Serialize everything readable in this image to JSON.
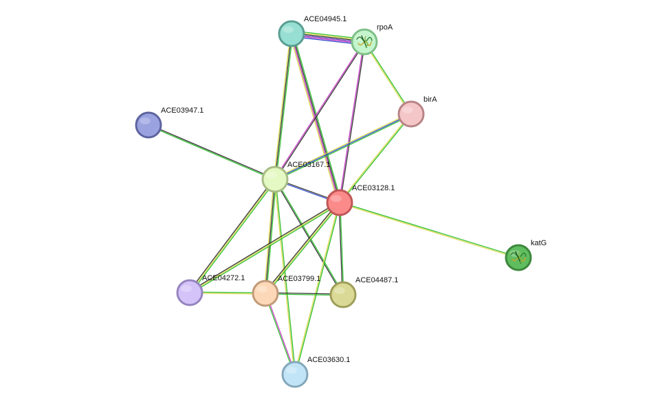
{
  "diagram": {
    "type": "protein-interaction-network",
    "evidence_colors": {
      "green": "#2fbf2f",
      "yellow": "#d8d84a",
      "black": "#333333",
      "blue": "#2a45c8",
      "magenta": "#c73cc7",
      "purple": "#6a3fbf"
    },
    "nodes": [
      {
        "id": "ACE04945.1",
        "label": "ACE04945.1",
        "fill": "#97dfd2",
        "stroke": "#5a9e93",
        "icon": ""
      },
      {
        "id": "rpoA",
        "label": "rpoA",
        "fill": "#c4f5cc",
        "stroke": "#7fbf89",
        "icon": "protein-structure-icon"
      },
      {
        "id": "birA",
        "label": "birA",
        "fill": "#f5c6c8",
        "stroke": "#b88486",
        "icon": ""
      },
      {
        "id": "ACE03947.1",
        "label": "ACE03947.1",
        "fill": "#9aa2e0",
        "stroke": "#5d649f",
        "icon": ""
      },
      {
        "id": "ACE03167.1",
        "label": "ACE03167.1",
        "fill": "#e5f9c4",
        "stroke": "#a8bd86",
        "icon": ""
      },
      {
        "id": "ACE03128.1",
        "label": "ACE03128.1",
        "fill": "#fb8a8a",
        "stroke": "#c05656",
        "icon": ""
      },
      {
        "id": "katG",
        "label": "katG",
        "fill": "#5fbd5f",
        "stroke": "#3d873d",
        "icon": "protein-structure-icon"
      },
      {
        "id": "ACE04272.1",
        "label": "ACE04272.1",
        "fill": "#d3c3f9",
        "stroke": "#9584bf",
        "icon": ""
      },
      {
        "id": "ACE03799.1",
        "label": "ACE03799.1",
        "fill": "#fcd8b8",
        "stroke": "#c09a79",
        "icon": ""
      },
      {
        "id": "ACE04487.1",
        "label": "ACE04487.1",
        "fill": "#dada96",
        "stroke": "#9e9e5a",
        "icon": ""
      },
      {
        "id": "ACE03630.1",
        "label": "ACE03630.1",
        "fill": "#c2e4f7",
        "stroke": "#84a7ba",
        "icon": ""
      }
    ],
    "edges": [
      {
        "source": "ACE04945.1",
        "target": "rpoA",
        "evidence": [
          "green",
          "yellow",
          "black",
          "purple",
          "magenta",
          "blue"
        ]
      },
      {
        "source": "ACE04945.1",
        "target": "ACE03167.1",
        "evidence": [
          "green",
          "black",
          "yellow"
        ]
      },
      {
        "source": "ACE04945.1",
        "target": "ACE03128.1",
        "evidence": [
          "green",
          "black",
          "magenta",
          "yellow"
        ]
      },
      {
        "source": "rpoA",
        "target": "birA",
        "evidence": [
          "green",
          "yellow"
        ]
      },
      {
        "source": "rpoA",
        "target": "ACE03167.1",
        "evidence": [
          "black",
          "magenta"
        ]
      },
      {
        "source": "rpoA",
        "target": "ACE03128.1",
        "evidence": [
          "black",
          "magenta"
        ]
      },
      {
        "source": "birA",
        "target": "ACE03167.1",
        "evidence": [
          "green",
          "blue",
          "yellow"
        ]
      },
      {
        "source": "birA",
        "target": "ACE03128.1",
        "evidence": [
          "green",
          "yellow"
        ]
      },
      {
        "source": "ACE03947.1",
        "target": "ACE03167.1",
        "evidence": [
          "black",
          "green"
        ]
      },
      {
        "source": "ACE03167.1",
        "target": "ACE03128.1",
        "evidence": [
          "black",
          "blue"
        ]
      },
      {
        "source": "ACE03167.1",
        "target": "ACE04272.1",
        "evidence": [
          "green",
          "yellow",
          "black"
        ]
      },
      {
        "source": "ACE03167.1",
        "target": "ACE03799.1",
        "evidence": [
          "green",
          "black",
          "yellow"
        ]
      },
      {
        "source": "ACE03167.1",
        "target": "ACE04487.1",
        "evidence": [
          "green",
          "black"
        ]
      },
      {
        "source": "ACE03167.1",
        "target": "ACE03630.1",
        "evidence": [
          "green",
          "yellow"
        ]
      },
      {
        "source": "ACE03128.1",
        "target": "katG",
        "evidence": [
          "green",
          "yellow"
        ]
      },
      {
        "source": "ACE03128.1",
        "target": "ACE04272.1",
        "evidence": [
          "green",
          "yellow",
          "black"
        ]
      },
      {
        "source": "ACE03128.1",
        "target": "ACE03799.1",
        "evidence": [
          "green",
          "yellow",
          "black"
        ]
      },
      {
        "source": "ACE03128.1",
        "target": "ACE04487.1",
        "evidence": [
          "green",
          "black"
        ]
      },
      {
        "source": "ACE03128.1",
        "target": "ACE03630.1",
        "evidence": [
          "green",
          "yellow"
        ]
      },
      {
        "source": "ACE04272.1",
        "target": "ACE03799.1",
        "evidence": [
          "green",
          "yellow"
        ]
      },
      {
        "source": "ACE03799.1",
        "target": "ACE04487.1",
        "evidence": [
          "black",
          "green"
        ]
      },
      {
        "source": "ACE03799.1",
        "target": "ACE03630.1",
        "evidence": [
          "magenta",
          "green"
        ]
      }
    ]
  }
}
